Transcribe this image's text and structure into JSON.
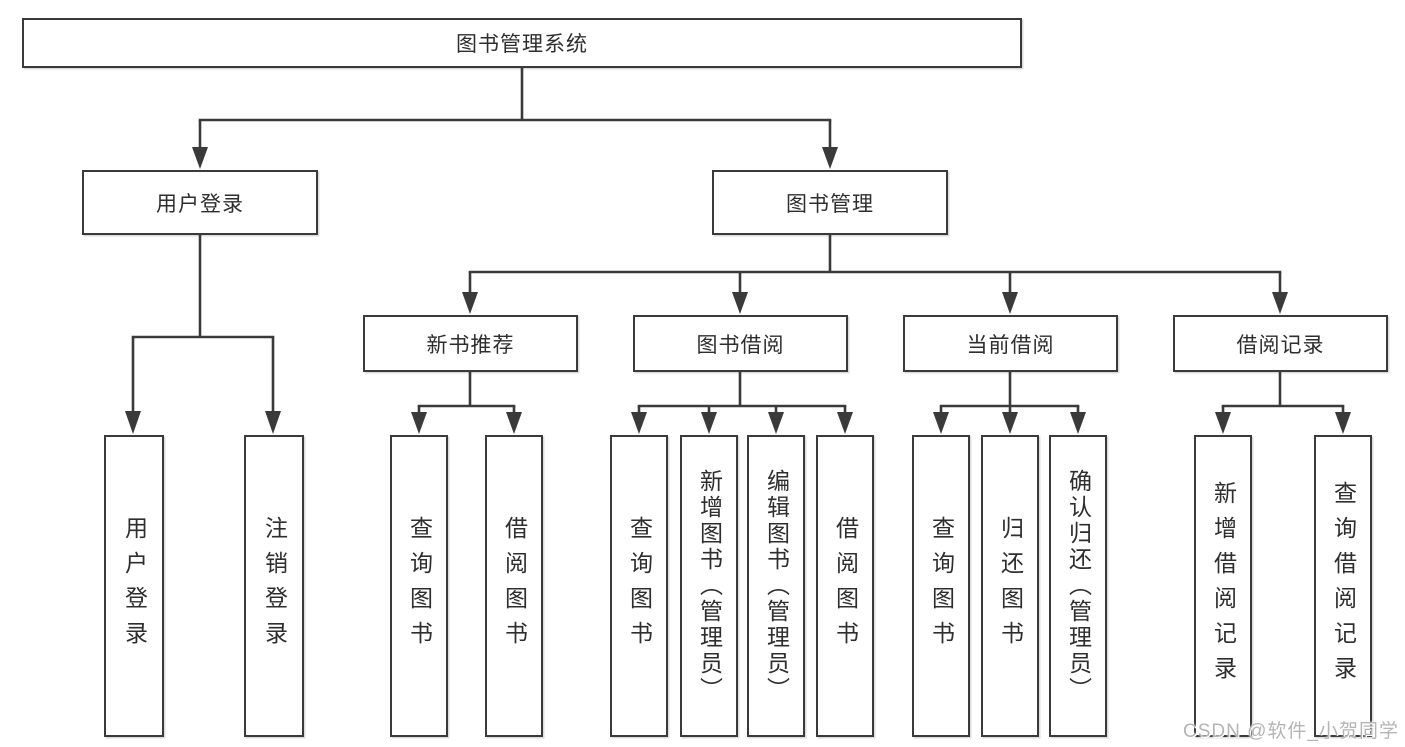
{
  "colors": {
    "line": "#3a3a3a",
    "box_border": "#3a3a3a",
    "text": "#2e2e2e",
    "watermark": "#b5b5b5",
    "background": "#ffffff"
  },
  "diagram": {
    "title": "图书管理系统",
    "level2": [
      {
        "id": "user-login",
        "label": "用户登录"
      },
      {
        "id": "book-management",
        "label": "图书管理"
      }
    ],
    "level3": [
      {
        "id": "new-book-recommend",
        "label": "新书推荐"
      },
      {
        "id": "book-borrowing",
        "label": "图书借阅"
      },
      {
        "id": "current-borrowing",
        "label": "当前借阅"
      },
      {
        "id": "borrowing-records",
        "label": "借阅记录"
      }
    ],
    "leaves": [
      {
        "id": "user-login-action",
        "parent": "user-login",
        "label": "用户登录"
      },
      {
        "id": "logout-action",
        "parent": "user-login",
        "label": "注销登录"
      },
      {
        "id": "query-books-recommend",
        "parent": "new-book-recommend",
        "label": "查询图书"
      },
      {
        "id": "borrow-books-recommend",
        "parent": "new-book-recommend",
        "label": "借阅图书"
      },
      {
        "id": "query-books-borrowing",
        "parent": "book-borrowing",
        "label": "查询图书"
      },
      {
        "id": "add-books-admin",
        "parent": "book-borrowing",
        "label": "新增图书（管理员）"
      },
      {
        "id": "edit-books-admin",
        "parent": "book-borrowing",
        "label": "编辑图书（管理员）"
      },
      {
        "id": "borrow-books-borrowing",
        "parent": "book-borrowing",
        "label": "借阅图书"
      },
      {
        "id": "query-books-current",
        "parent": "current-borrowing",
        "label": "查询图书"
      },
      {
        "id": "return-books",
        "parent": "current-borrowing",
        "label": "归还图书"
      },
      {
        "id": "confirm-return-admin",
        "parent": "current-borrowing",
        "label": "确认归还（管理员）"
      },
      {
        "id": "add-borrow-record",
        "parent": "borrowing-records",
        "label": "新增借阅记录"
      },
      {
        "id": "query-borrow-record",
        "parent": "borrowing-records",
        "label": "查询借阅记录"
      }
    ]
  },
  "watermark": "CSDN @软件_小贺同学"
}
